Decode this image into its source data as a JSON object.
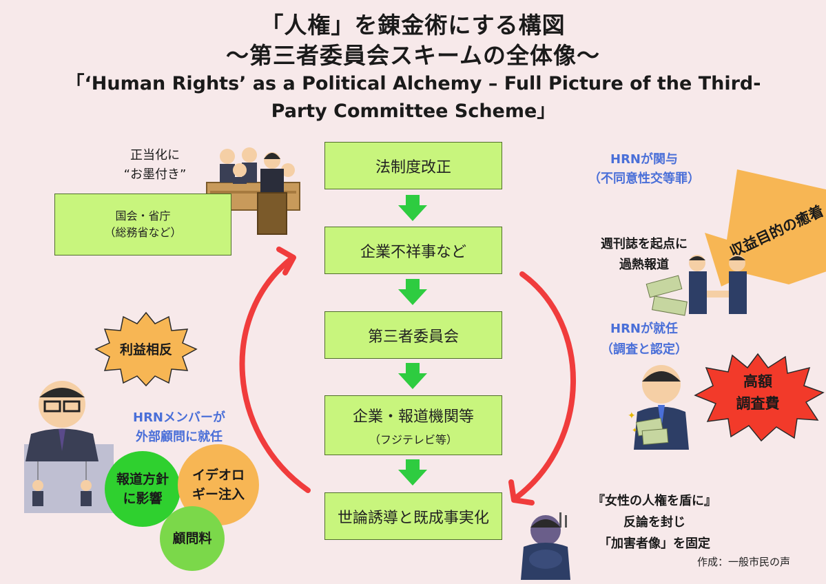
{
  "title": {
    "line1": "「人権」を錬金術にする構図",
    "line2": "〜第三者委員会スキームの全体像〜",
    "english": "「‘Human Rights’ as a Political Alchemy – Full Picture of the Third-Party Committee Scheme」"
  },
  "flow": [
    {
      "label": "法制度改正"
    },
    {
      "label": "企業不祥事など"
    },
    {
      "label": "第三者委員会"
    },
    {
      "label": "企業・報道機関等",
      "sub": "（フジテレビ等）"
    },
    {
      "label": "世論誘導と既成事実化"
    }
  ],
  "left": {
    "justification_line1": "正当化に",
    "justification_line2": "“お墨付き”",
    "gov_box_line1": "国会・省庁",
    "gov_box_line2": "（総務省など）",
    "conflict_badge": "利益相反",
    "hrn_member_line1": "HRNメンバーが",
    "hrn_member_line2": "外部顧問に就任",
    "circle_media_line1": "報道方針",
    "circle_media_line2": "に影響",
    "circle_ideology_line1": "イデオロ",
    "circle_ideology_line2": "ギー注入",
    "circle_fee": "顧問料"
  },
  "right": {
    "hrn_involved_line1": "HRNが関与",
    "hrn_involved_line2": "（不同意性交等罪）",
    "profit_arrow": "収益目的の癒着",
    "weekly_line1": "週刊誌を起点に",
    "weekly_line2": "過熱報道",
    "hrn_appointed_line1": "HRNが就任",
    "hrn_appointed_line2": "（調査と認定）",
    "fee_badge_line1": "高額",
    "fee_badge_line2": "調査費",
    "shield_line1": "『女性の人権を盾に』",
    "shield_line2": "反論を封じ",
    "shield_line3": "「加害者像」を固定",
    "credit": "作成：一般市民の声"
  },
  "colors": {
    "background": "#f7e9ea",
    "flow_box": "#c8f57d",
    "down_arrow": "#2ecc40",
    "cycle_arrow": "#f03c3c",
    "blue_text": "#4a6fd8",
    "orange_badge": "#f7b654",
    "red_badge": "#f23a2a",
    "orange_arrow": "#f7b654",
    "circle_green": "#2fd02f",
    "circle_orange": "#f7b654",
    "circle_light_green": "#7bd84a"
  }
}
